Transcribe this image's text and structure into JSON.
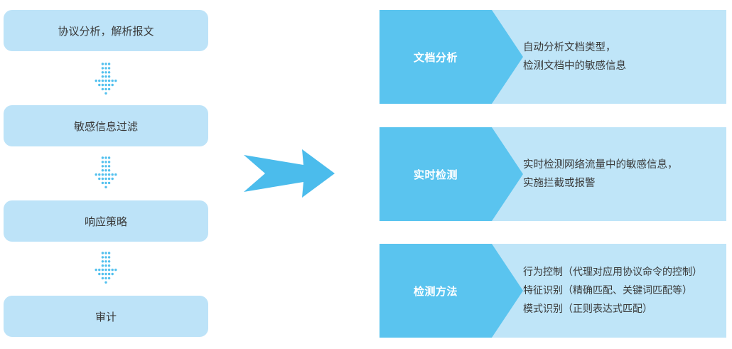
{
  "colors": {
    "step_fill": "#bde3f8",
    "panel_dark": "#5ac4ef",
    "panel_light": "#bfe5f8",
    "arrow_fill": "#4bbcec",
    "dots_fill": "#52c0ee"
  },
  "left_flow": {
    "steps": [
      {
        "label": "协议分析，解析报文"
      },
      {
        "label": "敏感信息过滤"
      },
      {
        "label": "响应策略"
      },
      {
        "label": "审计"
      }
    ],
    "connector_icon": "dotted-down-arrow-icon"
  },
  "center": {
    "arrow_icon": "right-arrow-icon"
  },
  "right_panels": [
    {
      "title": "文档分析",
      "lines": [
        "自动分析文档类型，",
        "检测文档中的敏感信息"
      ]
    },
    {
      "title": "实时检测",
      "lines": [
        "实时检测网络流量中的敏感信息，",
        "实施拦截或报警"
      ]
    },
    {
      "title": "检测方法",
      "lines": [
        "行为控制（代理对应用协议命令的控制）",
        "特征识别（精确匹配、关键词匹配等）",
        "模式识别（正则表达式匹配）"
      ]
    }
  ]
}
